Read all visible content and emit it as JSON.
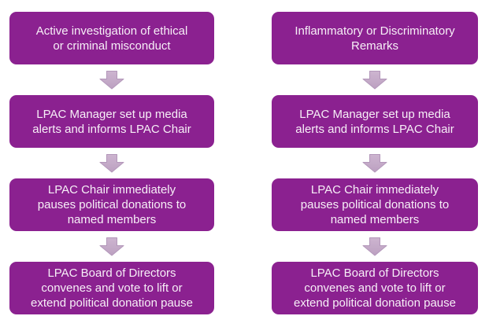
{
  "colors": {
    "background": "#FFFFFF",
    "box_fill": "#8B2190",
    "box_text": "#F7EFF7",
    "arrow_fill_light": "#CDB5D0",
    "arrow_fill_dark": "#BCA0C1",
    "arrow_stroke": "#B397BA"
  },
  "flowchart": {
    "columns": [
      {
        "name": "left",
        "steps": [
          {
            "lines": [
              "Active investigation of ethical",
              "or criminal misconduct"
            ]
          },
          {
            "lines": [
              "LPAC Manager set up media",
              "alerts and informs LPAC Chair"
            ]
          },
          {
            "lines": [
              "LPAC Chair immediately",
              "pauses political donations to",
              "named members"
            ]
          },
          {
            "lines": [
              "LPAC Board of Directors",
              "convenes and vote to lift or",
              "extend political donation pause"
            ]
          }
        ]
      },
      {
        "name": "right",
        "steps": [
          {
            "lines": [
              "Inflammatory or Discriminatory",
              "Remarks"
            ]
          },
          {
            "lines": [
              "LPAC Manager set up media",
              "alerts and informs LPAC Chair"
            ]
          },
          {
            "lines": [
              "LPAC Chair immediately",
              "pauses political donations to",
              "named members"
            ]
          },
          {
            "lines": [
              "LPAC Board of Directors",
              "convenes and vote to lift or",
              "extend political donation pause"
            ]
          }
        ]
      }
    ]
  }
}
